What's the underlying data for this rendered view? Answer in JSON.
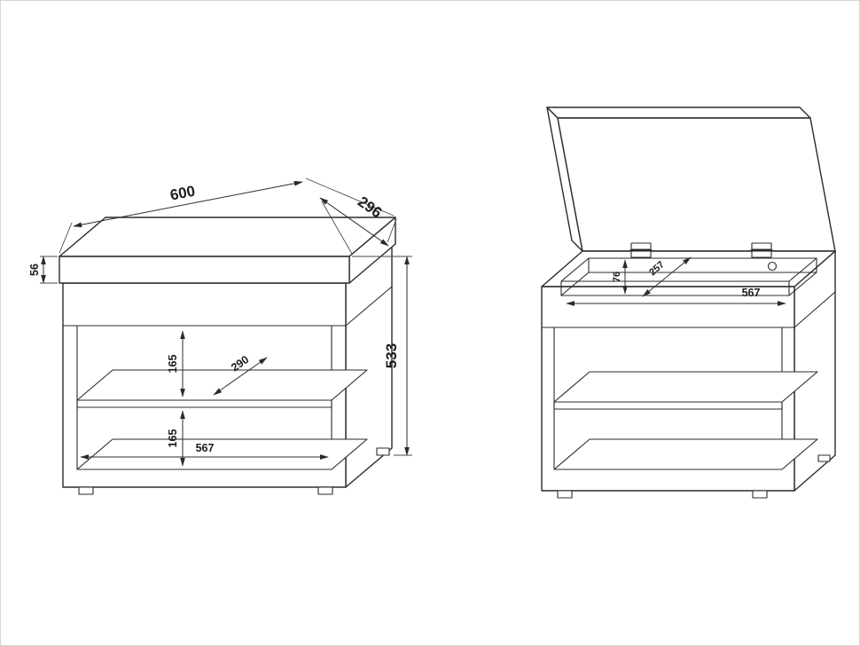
{
  "page": {
    "background_color": "#ffffff",
    "line_color": "#2b2b2b",
    "frame_color": "#d6d6d6"
  },
  "views": {
    "closed": {
      "label": "closed-bench-view",
      "dims": {
        "overall_width": "600",
        "overall_depth": "296",
        "seat_thickness": "56",
        "overall_height": "533",
        "shelf_depth": "290",
        "upper_clearance": "165",
        "lower_clearance": "165",
        "inner_width": "567"
      }
    },
    "open": {
      "label": "open-lid-view",
      "dims": {
        "tray_depth": "76",
        "tray_diagonal": "257",
        "tray_inner_width": "567"
      }
    }
  }
}
